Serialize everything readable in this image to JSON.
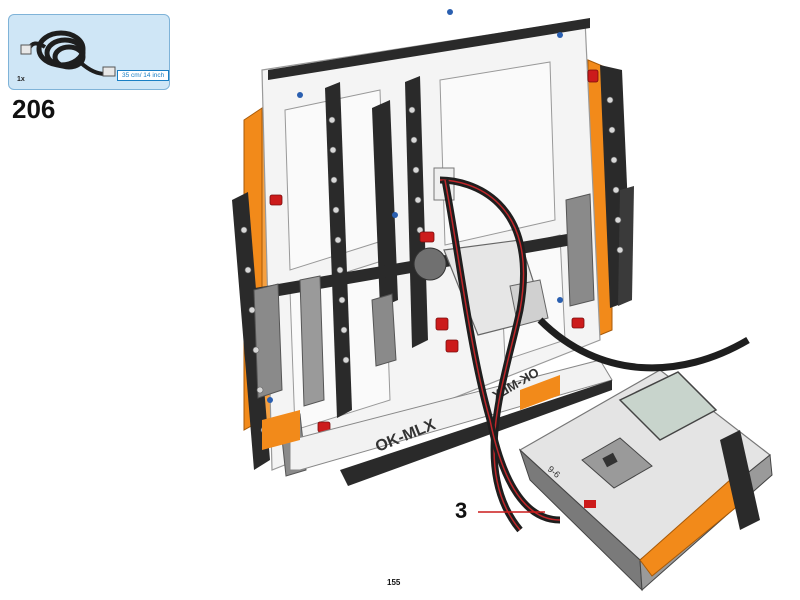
{
  "parts_list": {
    "quantity": "1x",
    "cable_length": "35 cm/ 14 inch",
    "part_icon": "cable-icon"
  },
  "step": {
    "number": "206"
  },
  "callout": {
    "port_number": "3"
  },
  "page": {
    "number": "155"
  },
  "model": {
    "panel_text_1": "OK-MLX",
    "panel_text_2": "OK-MLX",
    "display_text": "9-6"
  },
  "colors": {
    "orange": "#f28a1a",
    "white": "#f4f4f4",
    "black": "#2a2a2a",
    "gray": "#8a8a8a",
    "red": "#cc1b1b",
    "blue": "#2a5fb0",
    "cable": "#1e1e1e",
    "cable_stripe": "#c0262a",
    "parts_box_fill": "#cfe6f6"
  }
}
